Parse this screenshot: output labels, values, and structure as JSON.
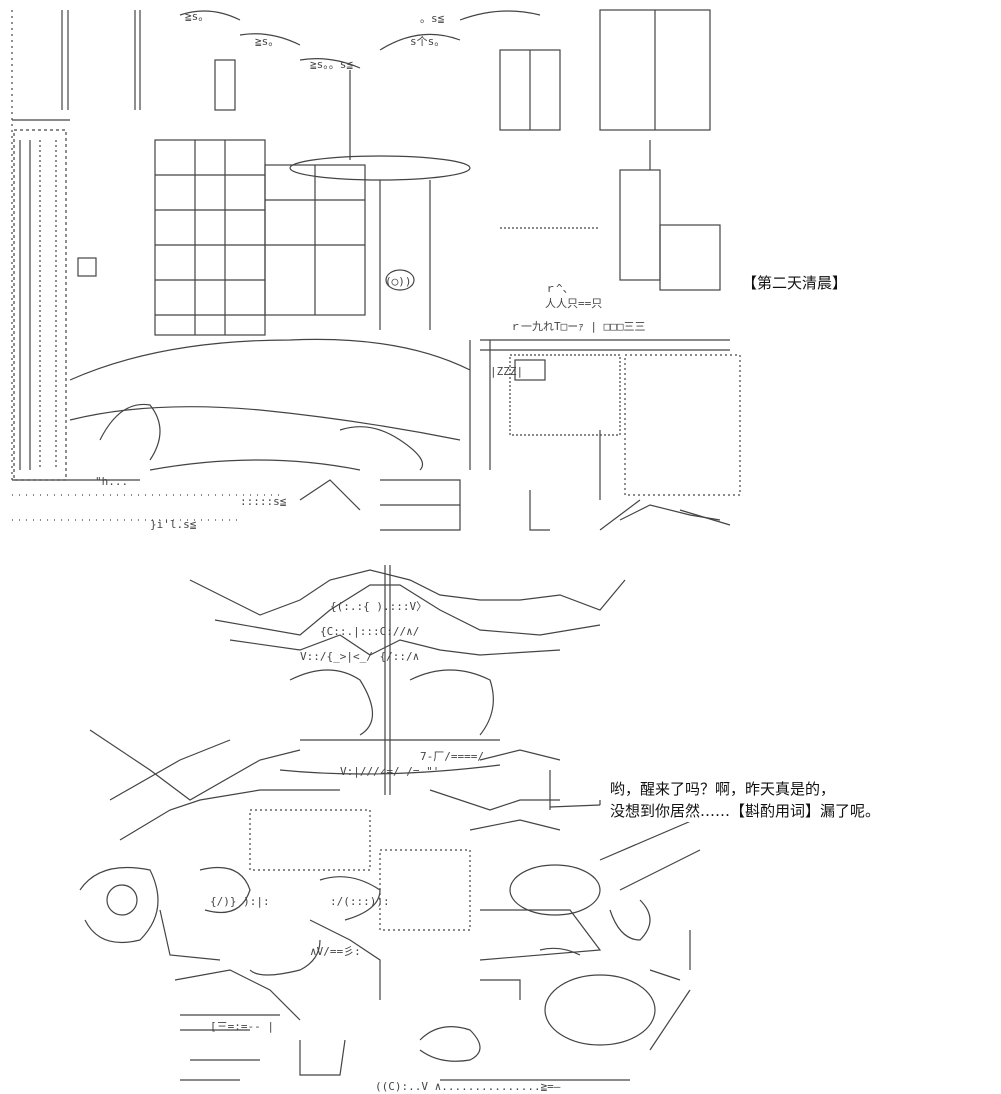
{
  "scene_caption": "【第二天清晨】",
  "dialogue": {
    "line1": "哟，醒来了吗？啊，昨天真是的，",
    "line2": "没想到你居然……【斟酌用词】漏了呢。"
  },
  "background_color": "#ffffff",
  "line_color": "#333333",
  "icons": [
    "ascii-art-room-scene",
    "ascii-art-character-sitting"
  ]
}
